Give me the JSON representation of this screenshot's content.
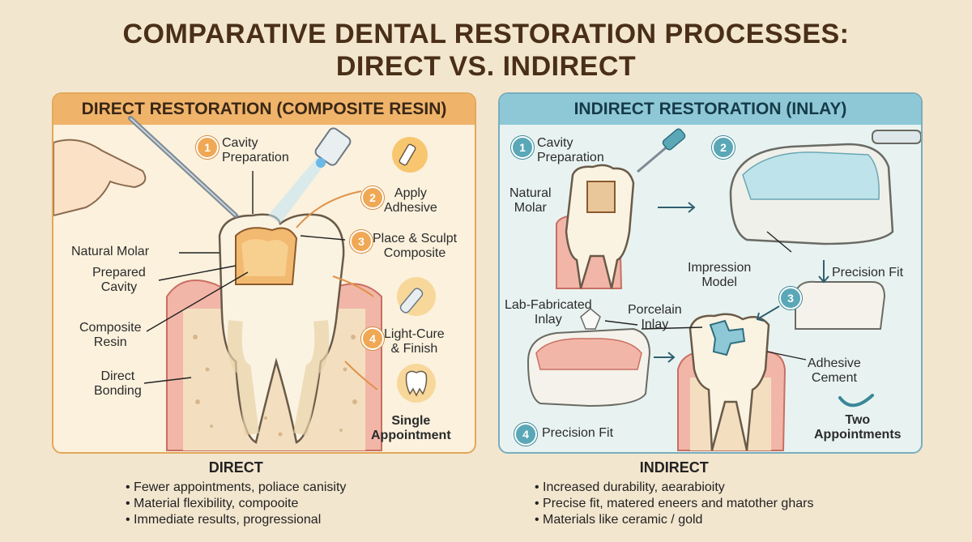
{
  "title": {
    "line1": "COMPARATIVE DENTAL RESTORATION PROCESSES:",
    "line2": "DIRECT VS. INDIRECT"
  },
  "direct": {
    "header": "DIRECT RESTORATION (COMPOSITE RESIN)",
    "steps": [
      {
        "num": "1",
        "line1": "Cavity",
        "line2": "Preparation"
      },
      {
        "num": "2",
        "line1": "Apply",
        "line2": "Adhesive"
      },
      {
        "num": "3",
        "line1": "Place & Sculpt",
        "line2": "Composite"
      },
      {
        "num": "4",
        "line1": "Light-Cure",
        "line2": "& Finish"
      }
    ],
    "labels": {
      "natural_molar": "Natural Molar",
      "prepared_cavity_1": "Prepared",
      "prepared_cavity_2": "Cavity",
      "composite_resin_1": "Composite",
      "composite_resin_2": "Resin",
      "direct_bonding_1": "Direct",
      "direct_bonding_2": "Bonding",
      "single_appt_1": "Single",
      "single_appt_2": "Appointment"
    }
  },
  "indirect": {
    "header": "INDIRECT RESTORATION (INLAY)",
    "steps": [
      {
        "num": "1",
        "line1": "Cavity",
        "line2": "Preparation"
      },
      {
        "num": "2"
      },
      {
        "num": "3"
      },
      {
        "num": "4",
        "line1": "Precision Fit"
      }
    ],
    "labels": {
      "natural_molar_1": "Natural",
      "natural_molar_2": "Molar",
      "impression_1": "Impression",
      "impression_2": "Model",
      "precision_fit": "Precision Fit",
      "lab_inlay_1": "Lab-Fabricated",
      "lab_inlay_2": "Inlay",
      "porcelain_1": "Porcelain",
      "porcelain_2": "Inlay",
      "adhesive_1": "Adhesive",
      "adhesive_2": "Cement",
      "two_appt_1": "Two",
      "two_appt_2": "Appointments"
    }
  },
  "summary": {
    "direct": {
      "title": "DIRECT",
      "items": [
        "Fewer appointments, poliace canisity",
        "Material flexibility, compooite",
        "Immediate results, progressional"
      ]
    },
    "indirect": {
      "title": "INDIRECT",
      "items": [
        "Increased durability, aearabioity",
        "Precise fit, matered eneers and matother ghars",
        "Materials like ceramic / gold"
      ]
    }
  },
  "colors": {
    "direct_accent": "#efb46a",
    "indirect_accent": "#8ec8d6",
    "background": "#f3e6cf"
  }
}
